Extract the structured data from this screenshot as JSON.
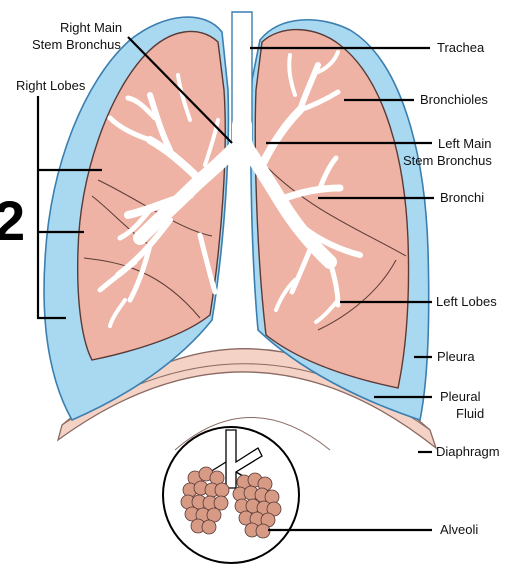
{
  "labels": {
    "right_main_stem_bronchus_1": "Right Main",
    "right_main_stem_bronchus_2": "Stem Bronchus",
    "right_lobes": "Right Lobes",
    "trachea": "Trachea",
    "bronchioles": "Bronchioles",
    "left_main_stem_bronchus_1": "Left Main",
    "left_main_stem_bronchus_2": "Stem Bronchus",
    "bronchi": "Bronchi",
    "left_lobes": "Left Lobes",
    "pleura": "Pleura",
    "pleural_fluid_1": "Pleural",
    "pleural_fluid_2": "Fluid",
    "diaphragm": "Diaphragm",
    "alveoli": "Alveoli",
    "side_number": "2"
  },
  "colors": {
    "lung_tissue": "#eeb3a4",
    "pleural_fluid": "#a9d8f1",
    "pleura_outline": "#3a7fb0",
    "diaphragm": "#f5d2c6",
    "airway": "#ffffff",
    "alveoli": "#d79a85"
  }
}
